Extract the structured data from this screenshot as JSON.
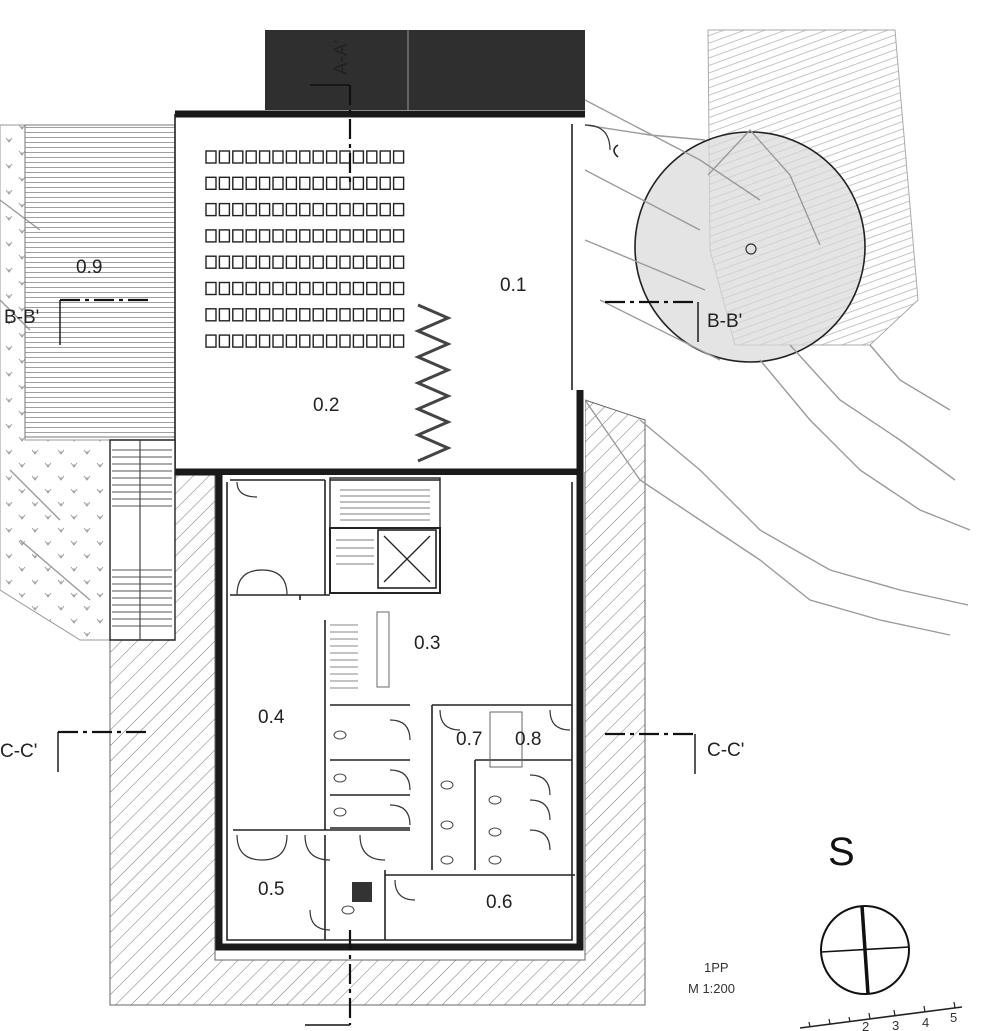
{
  "drawing": {
    "sheet_name": "1PP",
    "scale": "M 1:200",
    "north_label": "S"
  },
  "rooms": [
    {
      "id": "r01",
      "label": "0.1"
    },
    {
      "id": "r02",
      "label": "0.2"
    },
    {
      "id": "r03",
      "label": "0.3"
    },
    {
      "id": "r04",
      "label": "0.4"
    },
    {
      "id": "r05",
      "label": "0.5"
    },
    {
      "id": "r06",
      "label": "0.6"
    },
    {
      "id": "r07",
      "label": "0.7"
    },
    {
      "id": "r08",
      "label": "0.8"
    },
    {
      "id": "r09",
      "label": "0.9"
    }
  ],
  "sections": {
    "a": "A-A'",
    "b_left": "B-B'",
    "b_right": "B-B'",
    "c_left": "C-C'",
    "c_right": "C-C'"
  },
  "scale_bar": {
    "ticks": [
      "2",
      "3",
      "4",
      "5"
    ]
  },
  "colors": {
    "wall": "#1a1a1a",
    "site_lines": "#9a9a9a",
    "tree_fill": "#d9d9d9",
    "dark_block": "#2f2f2f"
  }
}
